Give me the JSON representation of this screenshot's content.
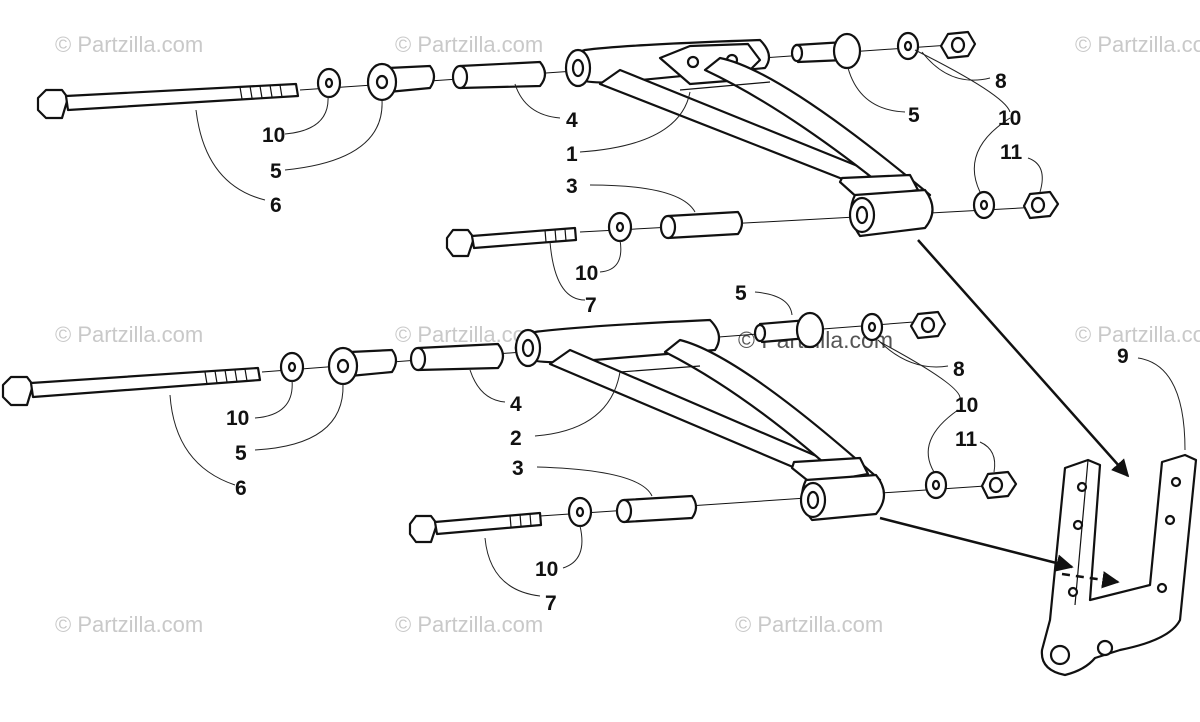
{
  "watermark": "© Partzilla.com",
  "callouts": {
    "c1": "1",
    "c2": "2",
    "c3a": "3",
    "c3b": "3",
    "c4a": "4",
    "c4b": "4",
    "c5a": "5",
    "c5b": "5",
    "c5c": "5",
    "c5d": "5",
    "c6a": "6",
    "c6b": "6",
    "c7a": "7",
    "c7b": "7",
    "c8a": "8",
    "c8b": "8",
    "c9": "9",
    "c10a": "10",
    "c10b": "10",
    "c10c": "10",
    "c10d": "10",
    "c10e": "10",
    "c10f": "10",
    "c11a": "11",
    "c11b": "11"
  },
  "colors": {
    "line": "#111111",
    "watermark": "#c9c9c9"
  }
}
